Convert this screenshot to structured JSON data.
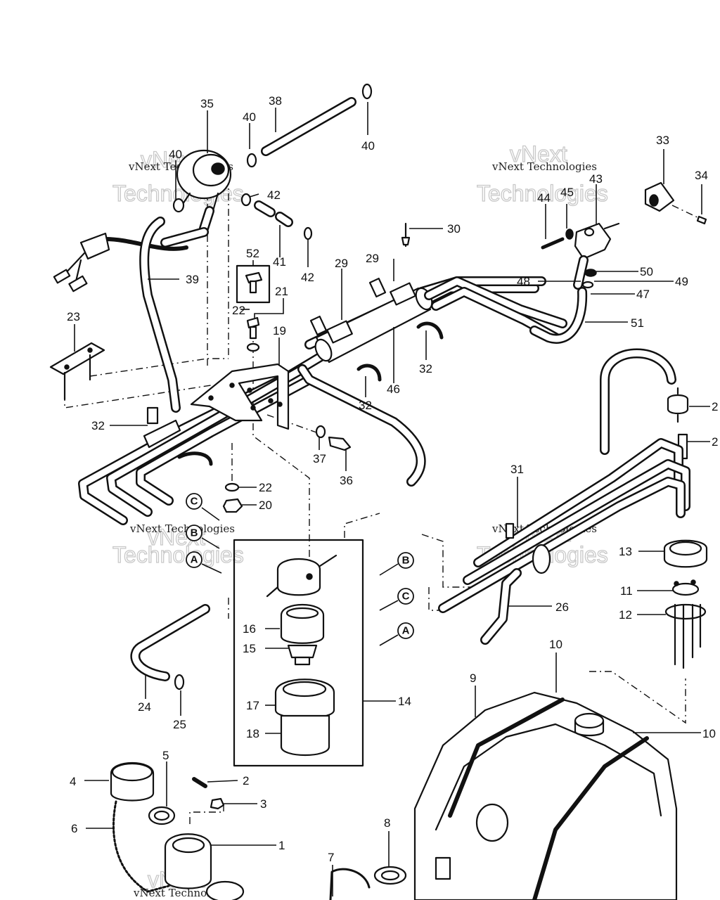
{
  "watermark": {
    "line1": "vNext Technologies",
    "line2_big": "vNext",
    "line3_big": "Technologies"
  },
  "callouts": {
    "c1": "1",
    "c2": "2",
    "c3": "3",
    "c4": "4",
    "c5": "5",
    "c6": "6",
    "c7": "7",
    "c8": "8",
    "c9": "9",
    "c10a": "10",
    "c10b": "10",
    "c11": "11",
    "c12": "12",
    "c13": "13",
    "c14": "14",
    "c15": "15",
    "c16": "16",
    "c17": "17",
    "c18": "18",
    "c19": "19",
    "c20": "20",
    "c21": "21",
    "c22a": "22",
    "c22b": "22",
    "c23": "23",
    "c24": "24",
    "c25": "25",
    "c26": "26",
    "c27": "2",
    "c28": "2",
    "c29a": "29",
    "c29b": "29",
    "c30": "30",
    "c31": "31",
    "c32a": "32",
    "c32b": "32",
    "c32c": "32",
    "c33": "33",
    "c34": "34",
    "c35": "35",
    "c36": "36",
    "c37": "37",
    "c38": "38",
    "c39": "39",
    "c40a": "40",
    "c40b": "40",
    "c40c": "40",
    "c41": "41",
    "c42a": "42",
    "c42b": "42",
    "c43": "43",
    "c44": "44",
    "c45": "45",
    "c46": "46",
    "c47": "47",
    "c48": "48",
    "c49": "49",
    "c50": "50",
    "c51": "51",
    "c52": "52"
  },
  "refs": {
    "left_c": "C",
    "left_b": "B",
    "left_a": "A",
    "right_b": "B",
    "right_c": "C",
    "right_a": "A"
  }
}
